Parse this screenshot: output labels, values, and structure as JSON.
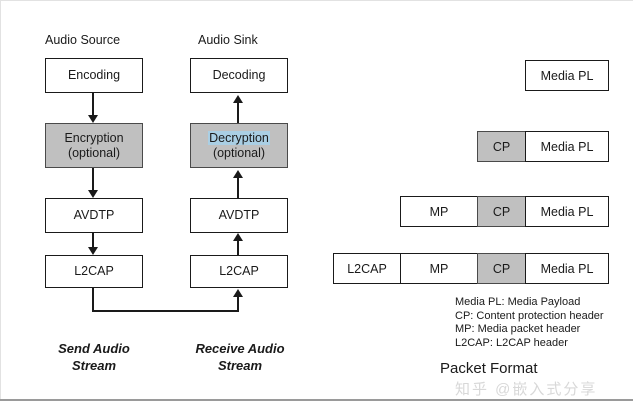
{
  "figure": {
    "left_panel": {
      "source_column": {
        "title": "Audio Source",
        "stream_label_line1": "Send Audio",
        "stream_label_line2": "Stream",
        "boxes": [
          {
            "label": "Encoding",
            "sub": "",
            "shaded": false
          },
          {
            "label": "Encryption",
            "sub": "(optional)",
            "shaded": true
          },
          {
            "label": "AVDTP",
            "sub": "",
            "shaded": false
          },
          {
            "label": "L2CAP",
            "sub": "",
            "shaded": false
          }
        ]
      },
      "sink_column": {
        "title": "Audio Sink",
        "stream_label_line1": "Receive Audio",
        "stream_label_line2": "Stream",
        "boxes": [
          {
            "label": "Decoding",
            "sub": "",
            "shaded": false,
            "selected": false
          },
          {
            "label": "Decryption",
            "sub": "(optional)",
            "shaded": true,
            "selected": true
          },
          {
            "label": "AVDTP",
            "sub": "",
            "shaded": false,
            "selected": false
          },
          {
            "label": "L2CAP",
            "sub": "",
            "shaded": false,
            "selected": false
          }
        ]
      }
    },
    "right_panel": {
      "title": "Packet Format",
      "rows": [
        {
          "cells": [
            {
              "label": "Media PL",
              "shaded": false
            }
          ]
        },
        {
          "cells": [
            {
              "label": "CP",
              "shaded": true
            },
            {
              "label": "Media PL",
              "shaded": false
            }
          ]
        },
        {
          "cells": [
            {
              "label": "MP",
              "shaded": false
            },
            {
              "label": "CP",
              "shaded": true
            },
            {
              "label": "Media PL",
              "shaded": false
            }
          ]
        },
        {
          "cells": [
            {
              "label": "L2CAP",
              "shaded": false
            },
            {
              "label": "MP",
              "shaded": false
            },
            {
              "label": "CP",
              "shaded": true
            },
            {
              "label": "Media PL",
              "shaded": false
            }
          ]
        }
      ],
      "legend": [
        "Media PL: Media Payload",
        "CP: Content protection header",
        "MP: Media packet header",
        "L2CAP: L2CAP header"
      ]
    },
    "watermark": "知乎 @嵌入式分享",
    "colors": {
      "shaded_fill": "#c0c0c0",
      "selection_highlight": "#aacfe4",
      "stroke": "#1a1a1a",
      "background": "#ffffff"
    }
  }
}
